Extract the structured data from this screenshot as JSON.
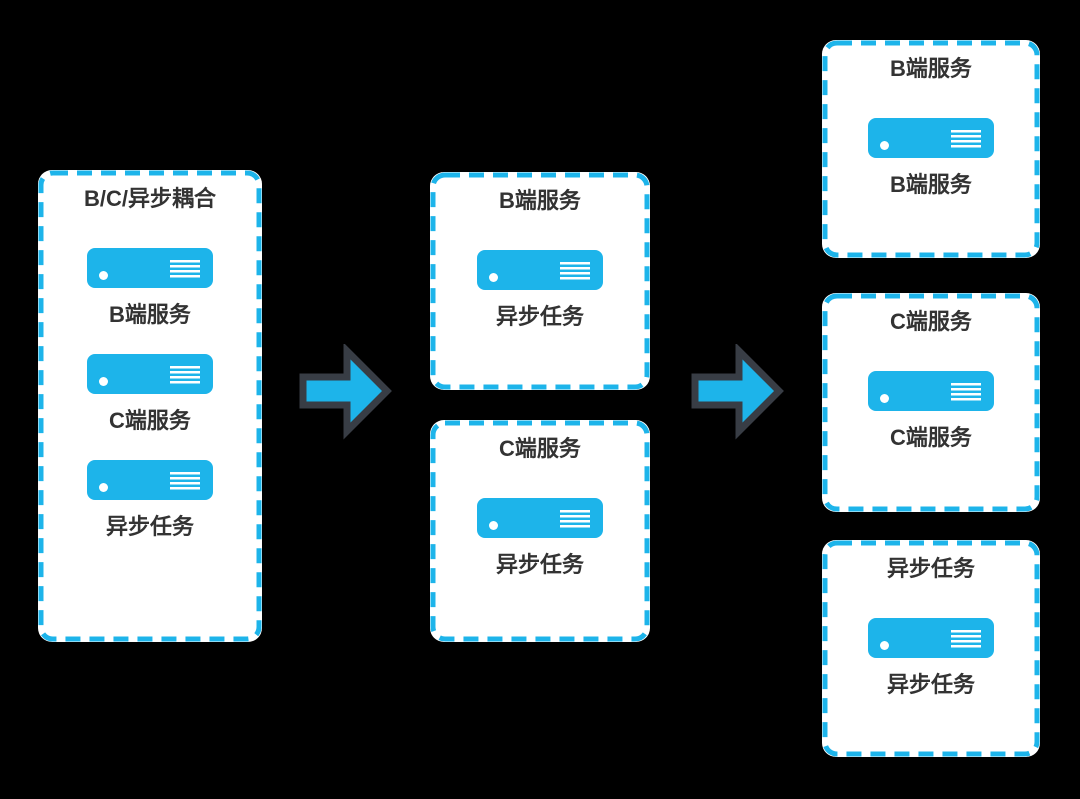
{
  "diagram": {
    "background_color": "#000000",
    "accent_color": "#1db4ea",
    "box_background": "#ffffff",
    "text_color": "#333333",
    "arrow_fill": "#1db4ea",
    "arrow_stroke": "#383d45",
    "icon_glyph": "server-icon"
  },
  "stages": [
    {
      "boxes": [
        {
          "title": "B/C/异步耦合",
          "items": [
            {
              "label": "B端服务"
            },
            {
              "label": "C端服务"
            },
            {
              "label": "异步任务"
            }
          ]
        }
      ]
    },
    {
      "boxes": [
        {
          "title": "B端服务",
          "items": [
            {
              "label": "异步任务"
            }
          ]
        },
        {
          "title": "C端服务",
          "items": [
            {
              "label": "异步任务"
            }
          ]
        }
      ]
    },
    {
      "boxes": [
        {
          "title": "B端服务",
          "items": [
            {
              "label": "B端服务"
            }
          ]
        },
        {
          "title": "C端服务",
          "items": [
            {
              "label": "C端服务"
            }
          ]
        },
        {
          "title": "异步任务",
          "items": [
            {
              "label": "异步任务"
            }
          ]
        }
      ]
    }
  ]
}
